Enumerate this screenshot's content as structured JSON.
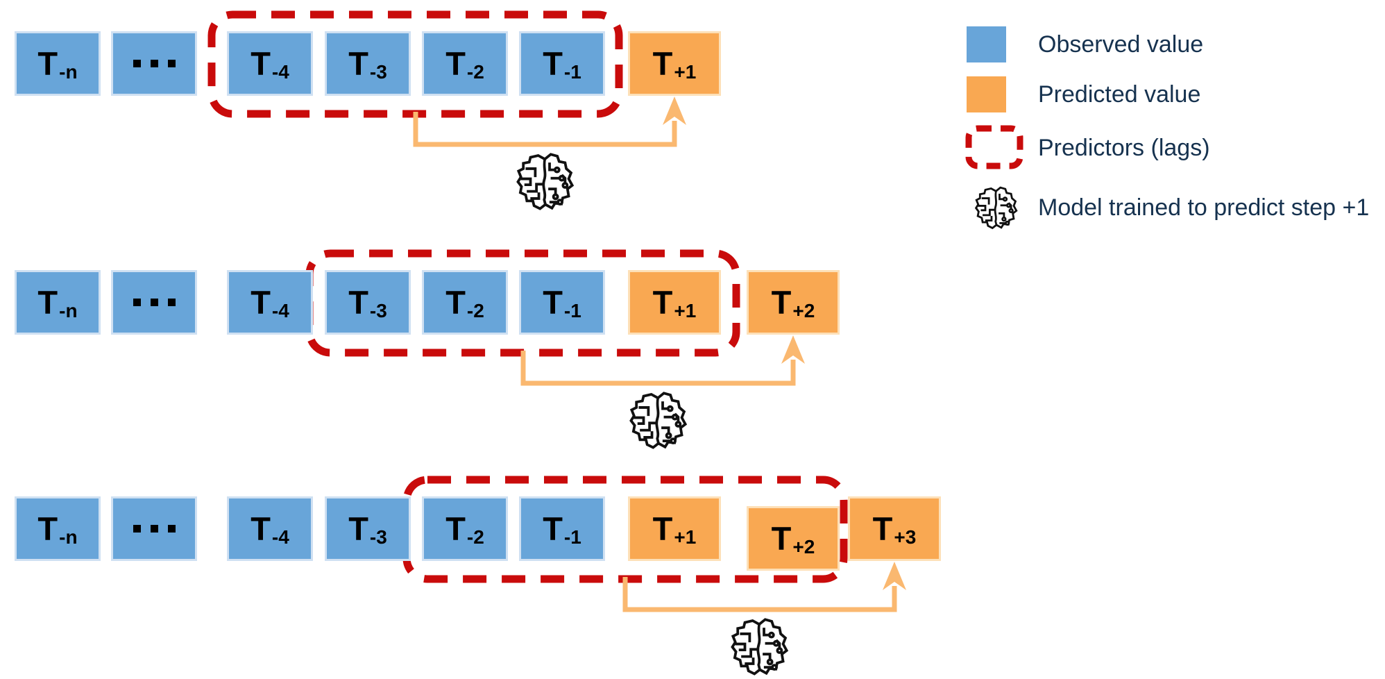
{
  "title": "Recursive multi-step forecasting diagram",
  "colors": {
    "observed": "#68a5d9",
    "predicted": "#f9a852",
    "predictor_outline": "#c90b0b",
    "arrow": "#fab870",
    "legend_text": "#16324f",
    "box_text": "#000000"
  },
  "legend": {
    "items": [
      {
        "swatch": "observed",
        "label": "Observed value"
      },
      {
        "swatch": "predicted",
        "label": "Predicted value"
      },
      {
        "swatch": "predictors",
        "label": "Predictors (lags)"
      },
      {
        "swatch": "model",
        "label": "Model trained to predict step +1"
      }
    ]
  },
  "rows": [
    {
      "name": "step-1",
      "cells": [
        {
          "t": "T",
          "sub": "-n",
          "kind": "observed",
          "col": 0
        },
        {
          "t": "...",
          "dots": true,
          "kind": "observed",
          "col": 1
        },
        {
          "t": "T",
          "sub": "-4",
          "kind": "observed",
          "col": 2
        },
        {
          "t": "T",
          "sub": "-3",
          "kind": "observed",
          "col": 3
        },
        {
          "t": "T",
          "sub": "-2",
          "kind": "observed",
          "col": 4
        },
        {
          "t": "T",
          "sub": "-1",
          "kind": "observed",
          "col": 5
        },
        {
          "t": "T",
          "sub": "+1",
          "kind": "predicted",
          "col": 6
        }
      ],
      "predictor_cols": [
        2,
        5
      ],
      "arrow_target_col": 6
    },
    {
      "name": "step-2",
      "cells": [
        {
          "t": "T",
          "sub": "-n",
          "kind": "observed",
          "col": 0
        },
        {
          "t": "...",
          "dots": true,
          "kind": "observed",
          "col": 1
        },
        {
          "t": "T",
          "sub": "-4",
          "kind": "observed",
          "col": 2
        },
        {
          "t": "T",
          "sub": "-3",
          "kind": "observed",
          "col": 3
        },
        {
          "t": "T",
          "sub": "-2",
          "kind": "observed",
          "col": 4
        },
        {
          "t": "T",
          "sub": "-1",
          "kind": "observed",
          "col": 5
        },
        {
          "t": "T",
          "sub": "+1",
          "kind": "predicted",
          "col": 6
        },
        {
          "t": "T",
          "sub": "+2",
          "kind": "predicted",
          "col": 7
        }
      ],
      "predictor_cols": [
        3,
        6
      ],
      "arrow_target_col": 7
    },
    {
      "name": "step-3",
      "cells": [
        {
          "t": "T",
          "sub": "-n",
          "kind": "observed",
          "col": 0
        },
        {
          "t": "...",
          "dots": true,
          "kind": "observed",
          "col": 1
        },
        {
          "t": "T",
          "sub": "-4",
          "kind": "observed",
          "col": 2
        },
        {
          "t": "T",
          "sub": "-3",
          "kind": "observed",
          "col": 3
        },
        {
          "t": "T",
          "sub": "-2",
          "kind": "observed",
          "col": 4
        },
        {
          "t": "T",
          "sub": "-1",
          "kind": "observed",
          "col": 5
        },
        {
          "t": "T",
          "sub": "+1",
          "kind": "predicted",
          "col": 6
        },
        {
          "t": "T",
          "sub": "+2",
          "kind": "predicted",
          "col": 7
        },
        {
          "t": "T",
          "sub": "+3",
          "kind": "predicted",
          "col": 8
        }
      ],
      "predictor_cols": [
        4,
        7
      ],
      "arrow_target_col": 8
    }
  ]
}
